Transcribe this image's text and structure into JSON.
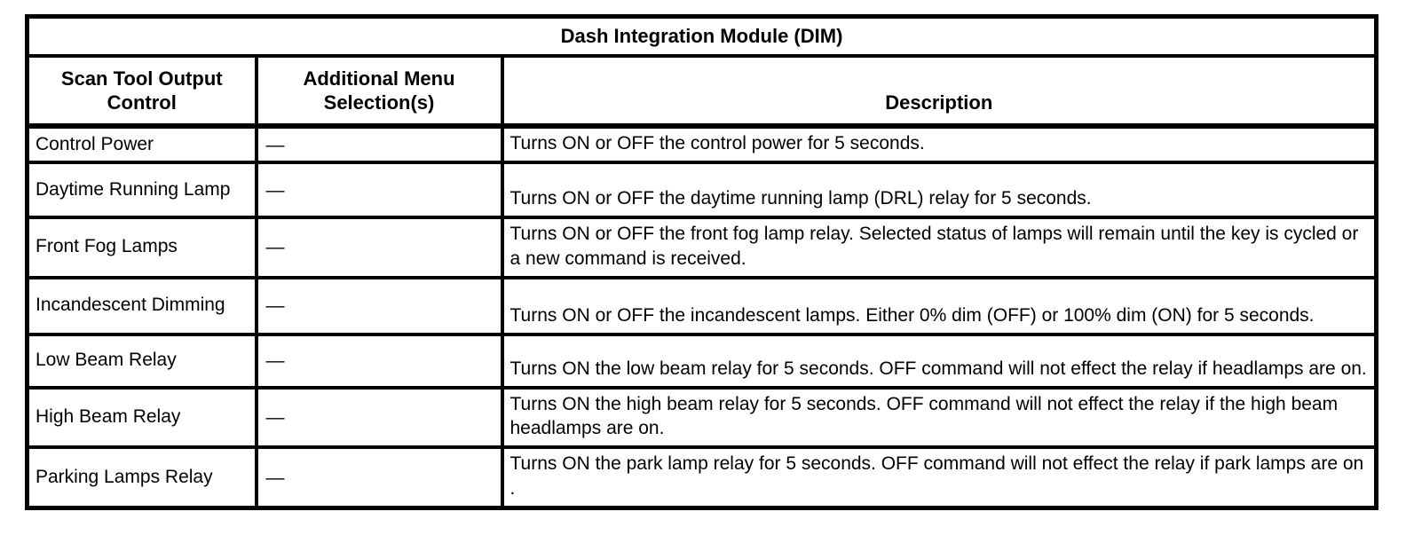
{
  "colors": {
    "background": "#ffffff",
    "border": "#000000",
    "text": "#000000"
  },
  "table": {
    "title": "Dash Integration Module (DIM)",
    "columns": [
      "Scan Tool Output Control",
      "Additional Menu Selection(s)",
      "Description"
    ],
    "rows": [
      {
        "control": "Control Power",
        "menu": "—",
        "description": "Turns ON or OFF the control power for 5 seconds."
      },
      {
        "control": "Daytime Running Lamp",
        "menu": "—",
        "description": "Turns ON or OFF the daytime running lamp (DRL) relay for 5 seconds."
      },
      {
        "control": "Front Fog Lamps",
        "menu": "—",
        "description": "Turns ON or OFF the front fog lamp relay. Selected status of lamps will remain until the key is cycled or a new command is received."
      },
      {
        "control": "Incandescent Dimming",
        "menu": "—",
        "description": "Turns ON or OFF the incandescent lamps. Either 0% dim (OFF) or 100% dim (ON) for 5 seconds."
      },
      {
        "control": "Low Beam Relay",
        "menu": "—",
        "description": "Turns ON the low beam relay for 5 seconds. OFF command will not effect the relay if headlamps are on."
      },
      {
        "control": "High Beam Relay",
        "menu": "—",
        "description": "Turns ON the high beam relay for 5 seconds. OFF command will not effect the relay if the high beam headlamps are on."
      },
      {
        "control": "Parking Lamps Relay",
        "menu": "—",
        "description": "Turns ON the park lamp relay for 5 seconds. OFF command will not effect the relay if park lamps are on ."
      }
    ]
  }
}
